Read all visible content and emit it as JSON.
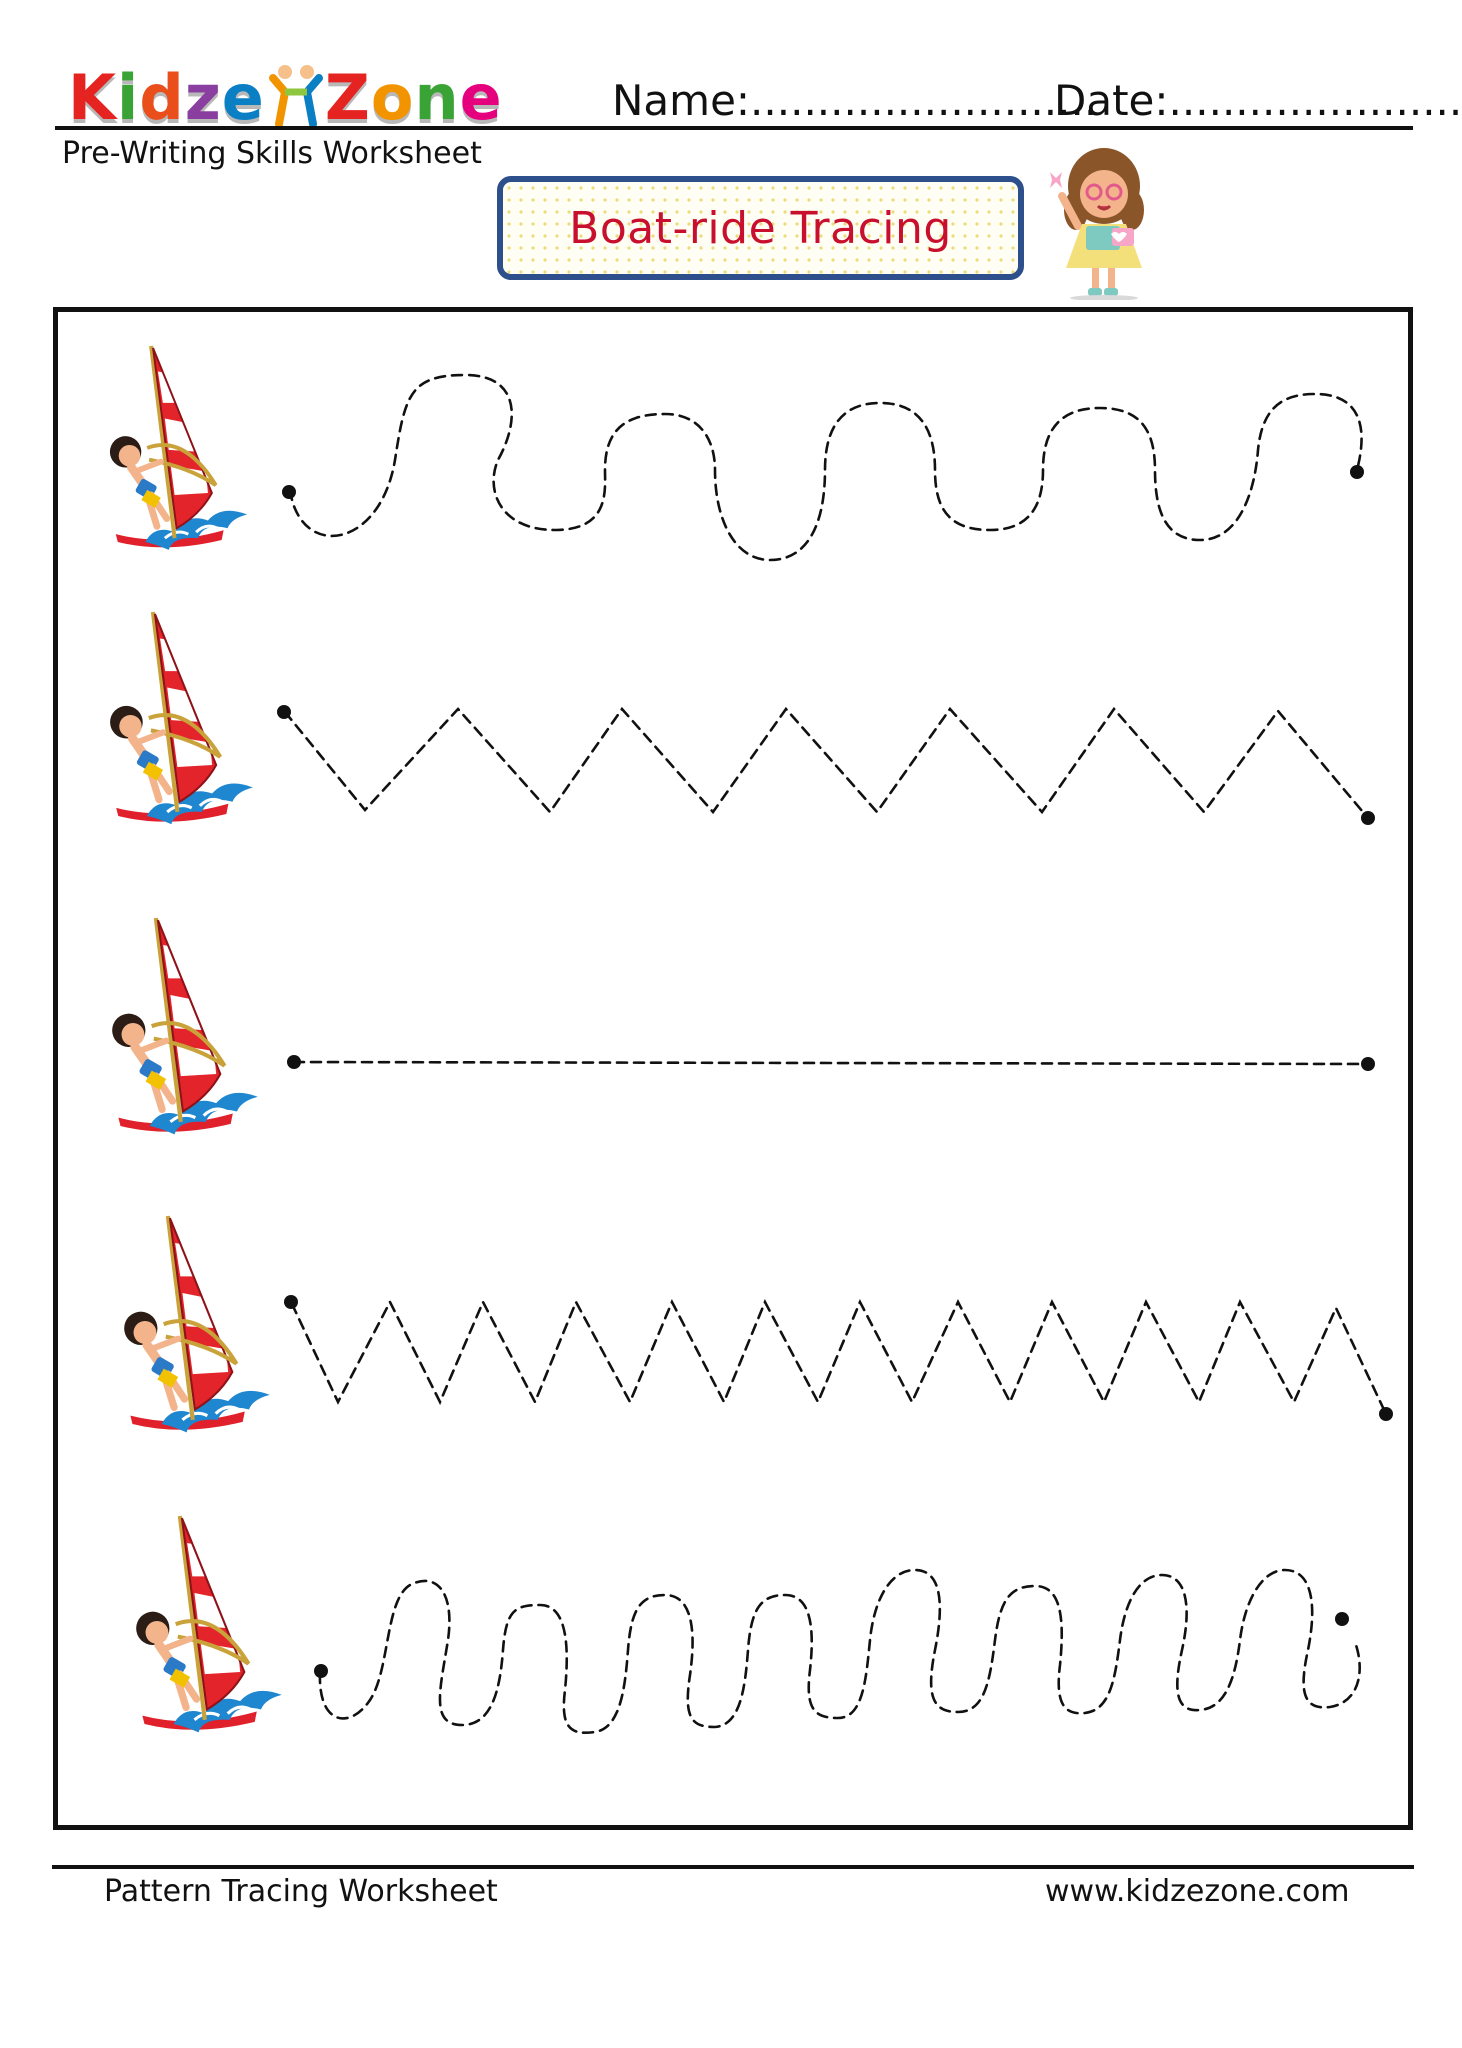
{
  "header": {
    "logo_letters": [
      {
        "char": "K",
        "color": "#e52421"
      },
      {
        "char": "i",
        "color": "#3aa335"
      },
      {
        "char": "d",
        "color": "#e94e1b"
      },
      {
        "char": "z",
        "color": "#8a3fa0"
      },
      {
        "char": "e",
        "color": "#0a7fc4"
      },
      {
        "char": "Z",
        "color": "#e52421"
      },
      {
        "char": "o",
        "color": "#f29400"
      },
      {
        "char": "n",
        "color": "#3aa335"
      },
      {
        "char": "e",
        "color": "#e5007e"
      }
    ],
    "name_label": "Name:..........................",
    "date_label": "Date:.......................",
    "subtitle": "Pre-Writing Skills Worksheet"
  },
  "title": {
    "text": "Boat-ride Tracing",
    "text_color": "#c8102e",
    "border_color": "#2d4f8c"
  },
  "tracing_rows": [
    {
      "pattern": "large-wave",
      "icon": "windsurfer-icon"
    },
    {
      "pattern": "zigzag",
      "icon": "windsurfer-icon"
    },
    {
      "pattern": "straight-line",
      "icon": "windsurfer-icon"
    },
    {
      "pattern": "small-zigzag",
      "icon": "windsurfer-icon"
    },
    {
      "pattern": "loops",
      "icon": "windsurfer-icon"
    }
  ],
  "footer": {
    "left": "Pattern Tracing Worksheet",
    "right": "www.kidzezone.com"
  }
}
